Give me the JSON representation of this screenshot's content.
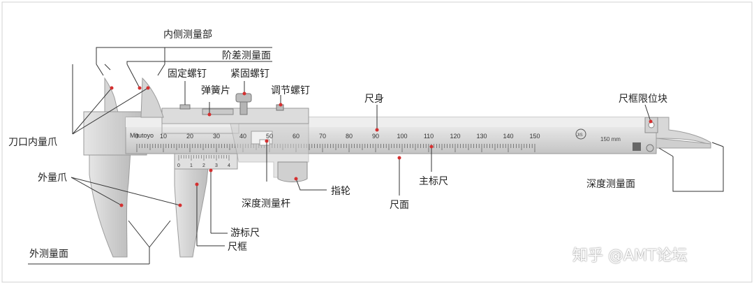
{
  "labels": {
    "inner_measure": "内侧测量部",
    "step_face": "阶差测量面",
    "fixing_screw": "固定螺钉",
    "clamp_screw": "紧固螺钉",
    "spring_plate": "弹簧片",
    "adjust_screw": "调节螺钉",
    "beam": "尺身",
    "stop_block": "尺框限位块",
    "knife_inner_jaw": "刀口内量爪",
    "outer_jaw": "外量爪",
    "depth_face": "深度测量面",
    "main_scale": "主标尺",
    "thumb_wheel": "指轮",
    "depth_rod": "深度测量杆",
    "scale_face": "尺面",
    "vernier": "游标尺",
    "slider": "尺框",
    "outer_face": "外测量面"
  },
  "scale": {
    "numbers": [
      "0",
      "10",
      "20",
      "30",
      "40",
      "50",
      "60",
      "70",
      "80",
      "90",
      "100",
      "110",
      "120",
      "130",
      "140",
      "150"
    ],
    "unit": "mm",
    "brand": "Mitutoyo",
    "vernier_numbers": [
      "0",
      "1",
      "2",
      "3",
      "4"
    ],
    "range_label": "150 mm",
    "jis_mark": "JIS"
  },
  "watermark": "知乎 @AMT论坛"
}
